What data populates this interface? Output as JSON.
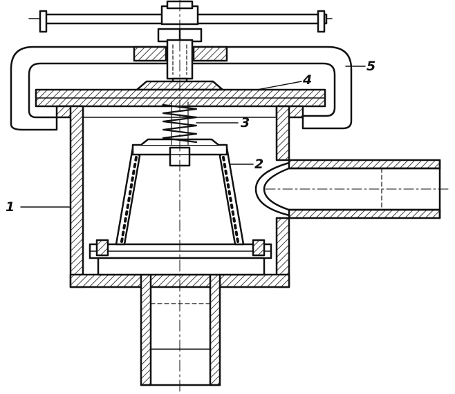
{
  "diagram": {
    "part_labels": [
      {
        "id": "housing",
        "text": "1"
      },
      {
        "id": "filter-cone",
        "text": "2"
      },
      {
        "id": "spring",
        "text": "3"
      },
      {
        "id": "cover-plate",
        "text": "4"
      },
      {
        "id": "yoke",
        "text": "5"
      }
    ]
  }
}
